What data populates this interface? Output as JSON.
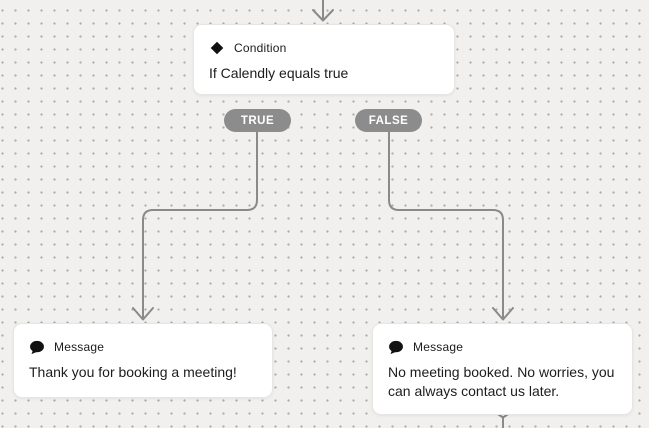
{
  "canvas": {
    "background_color": "#f1f0ee",
    "dot_color": "#aeaca7"
  },
  "theme": {
    "node_bg": "#ffffff",
    "node_border": "#e8e6e3",
    "text_color": "#1c1c1c",
    "edge_color": "#8a8a8a",
    "pill_bg": "#8c8c8c",
    "pill_text": "#ffffff",
    "icon_color": "#111111"
  },
  "nodes": {
    "condition": {
      "type_label": "Condition",
      "icon": "diamond-icon",
      "body_lines": [
        "If Calendly equals true"
      ]
    },
    "message_true": {
      "type_label": "Message",
      "icon": "chat-bubble-icon",
      "body_lines": [
        "Thank you for booking a meeting!"
      ]
    },
    "message_false": {
      "type_label": "Message",
      "icon": "chat-bubble-icon",
      "body_lines": [
        "No meeting booked. No worries, you",
        "can always contact us later."
      ]
    }
  },
  "branches": {
    "true_label": "TRUE",
    "false_label": "FALSE"
  }
}
